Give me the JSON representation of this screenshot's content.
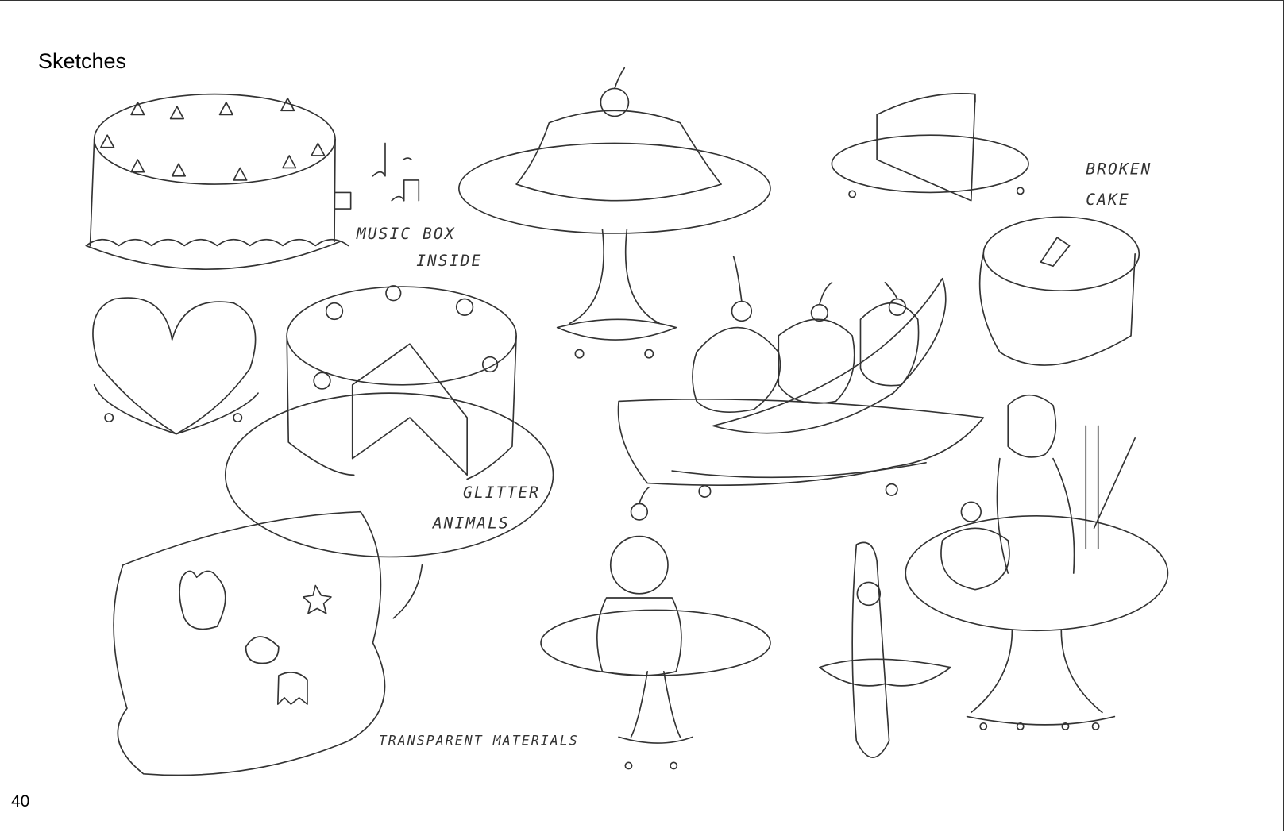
{
  "page": {
    "title": "Sketches",
    "page_number": "40"
  },
  "annotations": {
    "music_box_1": "MUSIC BOX",
    "music_box_2": "INSIDE",
    "glitter_1": "GLITTER",
    "glitter_2": "ANIMALS",
    "broken_1": "BROKEN",
    "broken_2": "CAKE",
    "transparent": "TRANSPARENT MATERIALS"
  }
}
